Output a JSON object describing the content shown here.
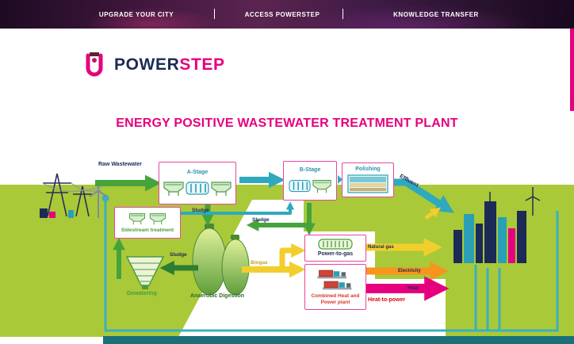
{
  "topnav": {
    "items": [
      {
        "label": "UPGRADE YOUR CITY"
      },
      {
        "label": "ACCESS POWERSTEP"
      },
      {
        "label": "KNOWLEDGE TRANSFER"
      }
    ]
  },
  "logo": {
    "power": "POWER",
    "step": "STEP"
  },
  "content": {
    "title": "ENERGY POSITIVE WASTEWATER TREATMENT PLANT"
  },
  "diagram": {
    "raw_wastewater": "Raw Wastewater",
    "a_stage": "A-Stage",
    "b_stage": "B-Stage",
    "polishing": "Polishing",
    "effluent": "Effluent",
    "sidestream_treatment": "Sidestream treatment",
    "sludge": "Sludge",
    "anaerobic_digestion": "Anaerobic Digestion",
    "dewatering": "Dewatering",
    "power_to_gas": "Power-to-gas",
    "natural_gas": "Natural gas",
    "biogas": "Biogas",
    "chp_plant": "Combined Heat and Power plant",
    "heat_to_power": "Heat-to-power",
    "electricity": "Electricity",
    "heat": "Heat"
  },
  "colors": {
    "magenta": "#e6007e",
    "navy": "#1b2a56",
    "green_background": "#a9c938",
    "flow_green": "#46a33c",
    "teal": "#2fa9bd",
    "yellow": "#f2ce2c",
    "orange": "#f7941d"
  }
}
